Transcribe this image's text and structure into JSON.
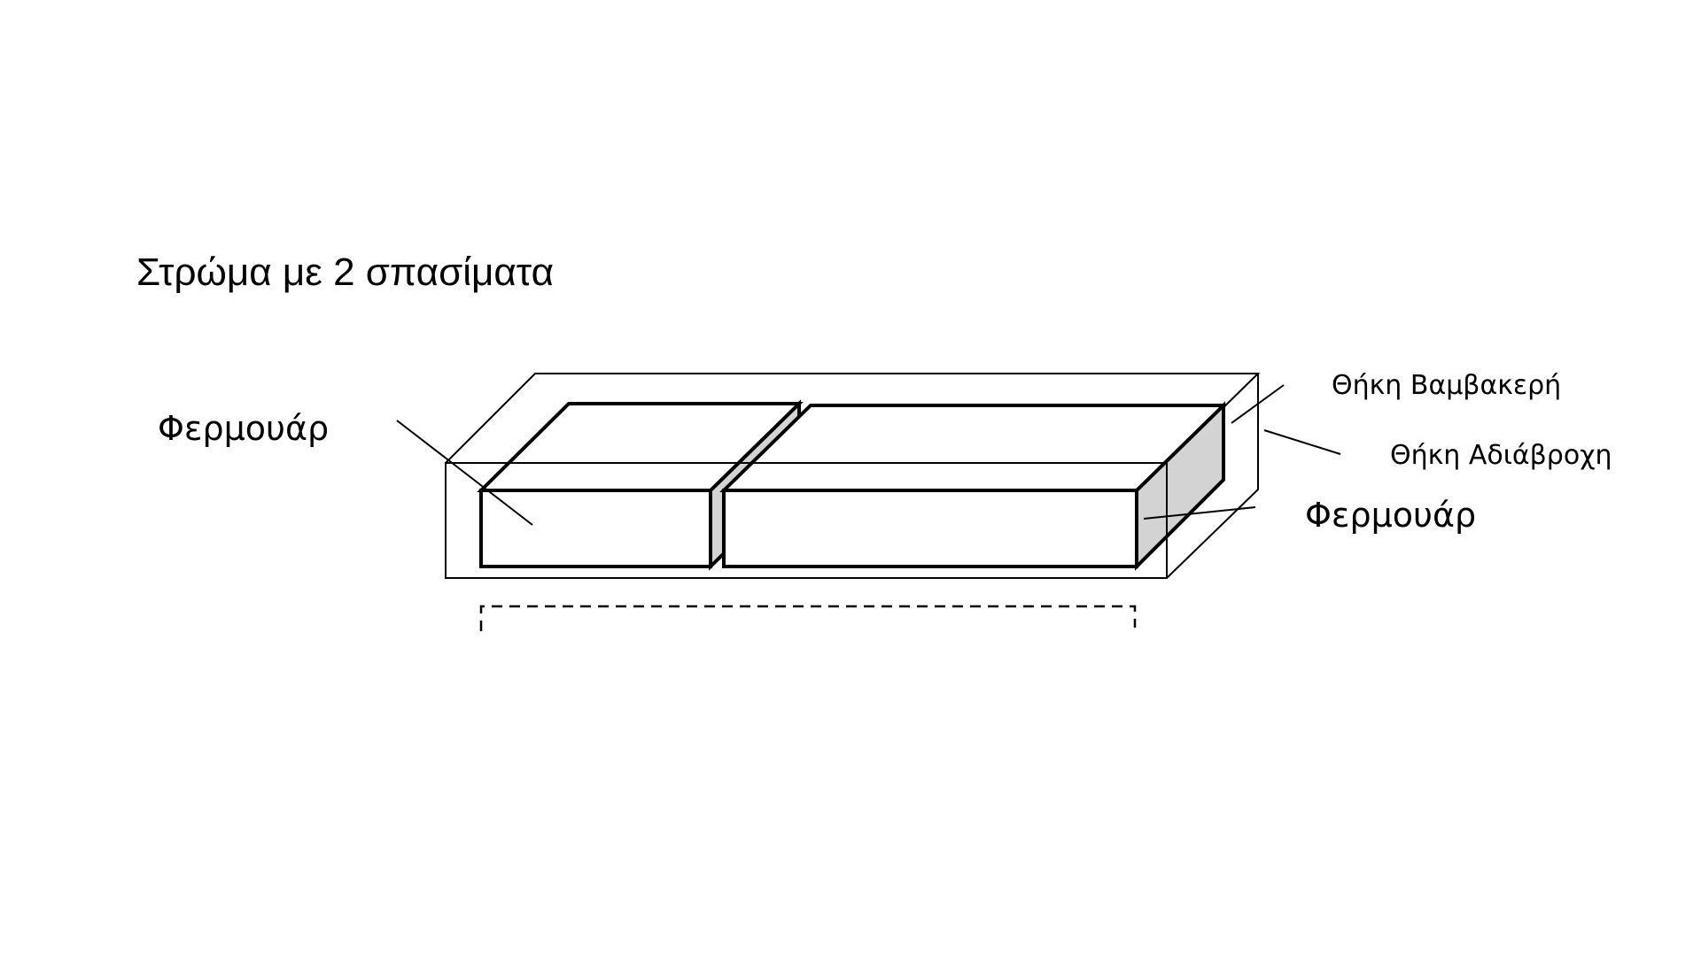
{
  "title": "Στρώμα με 2 σπασίματα",
  "labels": {
    "zipper_left": "Φερμουάρ",
    "zipper_right": "Φερμουάρ",
    "cover_cotton": "Θήκη Βαμβακερή",
    "cover_waterproof": "Θήκη Αδιάβροχη"
  },
  "colors": {
    "stroke": "#000000",
    "side_fill": "#d3d3d3",
    "background": "#ffffff"
  }
}
